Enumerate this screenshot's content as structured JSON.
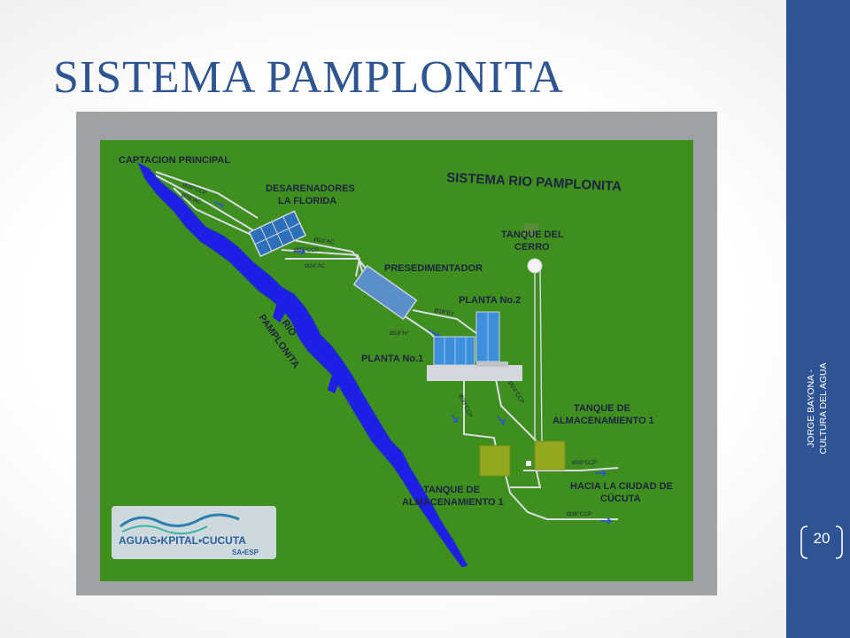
{
  "slide": {
    "title": "SISTEMA PAMPLONITA",
    "footer": "JORGE BAYONA - CULTURA DEL AGUA",
    "page_number": "20"
  },
  "diagram": {
    "heading": "SISTEMA RIO PAMPLONITA",
    "labels": {
      "captacion": "CAPTACION PRINCIPAL",
      "desarenadores_1": "DESARENADORES",
      "desarenadores_2": "LA FLORIDA",
      "presedimentador": "PRESEDIMENTADOR",
      "tanque_cerro_1": "TANQUE DEL",
      "tanque_cerro_2": "CERRO",
      "planta2": "PLANTA No.2",
      "planta1": "PLANTA No.1",
      "rio_1": "RIO",
      "rio_2": "PAMPLONITA",
      "tanque_alm_right_1": "TANQUE DE",
      "tanque_alm_right_2": "ALMACENAMIENTO 1",
      "tanque_alm_left_1": "TANQUE DE",
      "tanque_alm_left_2": "ALMACENAMIENTO 1",
      "hacia_1": "HACIA LA CIUDAD DE",
      "hacia_2": "CÚCUTA"
    },
    "pipes": {
      "p1": "Ø30\"CCP",
      "p2": "Ø28\"AC",
      "p3": "Ø24\"AC",
      "p4": "Ø27\"CCP",
      "p5": "Ø24\"AC",
      "p6": "Ø18\"EV",
      "p7": "Ø18\"H°",
      "p8": "Ø30\"CCP",
      "p9": "Ø24\"CCP",
      "p10": "Ø30\"CCP",
      "p11": "Ø36\"CCP"
    },
    "logo": {
      "name": "AGUAS•KPITAL•CUCUTA",
      "suffix": "SA•ESP"
    },
    "colors": {
      "grass": "#3f8f1f",
      "frame": "#9ea2a6",
      "river": "#1f1ee6",
      "tank": "#93a81e",
      "sidebar": "#2f5496",
      "title": "#2e5591"
    }
  }
}
